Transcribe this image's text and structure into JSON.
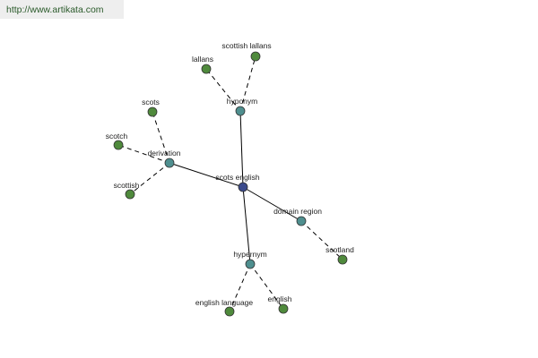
{
  "watermark": {
    "text": "http://www.artikata.com"
  },
  "colors": {
    "center": "#3b4a8c",
    "relation": "#4f8f8f",
    "leaf": "#4f8a3c"
  },
  "graph": {
    "nodes": [
      {
        "id": "scots-english",
        "label": "scots english",
        "kind": "center"
      },
      {
        "id": "hyponym",
        "label": "hyponym",
        "kind": "relation"
      },
      {
        "id": "derivation",
        "label": "derivation",
        "kind": "relation"
      },
      {
        "id": "domain-region",
        "label": "domain region",
        "kind": "relation"
      },
      {
        "id": "hypernym",
        "label": "hypernym",
        "kind": "relation"
      },
      {
        "id": "lallans",
        "label": "lallans",
        "kind": "leaf"
      },
      {
        "id": "scottish-lallans",
        "label": "scottish lallans",
        "kind": "leaf"
      },
      {
        "id": "scots",
        "label": "scots",
        "kind": "leaf"
      },
      {
        "id": "scotch",
        "label": "scotch",
        "kind": "leaf"
      },
      {
        "id": "scottish",
        "label": "scottish",
        "kind": "leaf"
      },
      {
        "id": "scotland",
        "label": "scotland",
        "kind": "leaf"
      },
      {
        "id": "english-language",
        "label": "english language",
        "kind": "leaf"
      },
      {
        "id": "english",
        "label": "english",
        "kind": "leaf"
      }
    ],
    "edges": [
      {
        "from": "scots-english",
        "to": "hyponym",
        "style": "solid"
      },
      {
        "from": "scots-english",
        "to": "derivation",
        "style": "solid"
      },
      {
        "from": "scots-english",
        "to": "domain-region",
        "style": "solid"
      },
      {
        "from": "scots-english",
        "to": "hypernym",
        "style": "solid"
      },
      {
        "from": "hyponym",
        "to": "lallans",
        "style": "dashed"
      },
      {
        "from": "hyponym",
        "to": "scottish-lallans",
        "style": "dashed"
      },
      {
        "from": "derivation",
        "to": "scots",
        "style": "dashed"
      },
      {
        "from": "derivation",
        "to": "scotch",
        "style": "dashed"
      },
      {
        "from": "derivation",
        "to": "scottish",
        "style": "dashed"
      },
      {
        "from": "domain-region",
        "to": "scotland",
        "style": "dashed"
      },
      {
        "from": "hypernym",
        "to": "english-language",
        "style": "dashed"
      },
      {
        "from": "hypernym",
        "to": "english",
        "style": "dashed"
      }
    ]
  }
}
